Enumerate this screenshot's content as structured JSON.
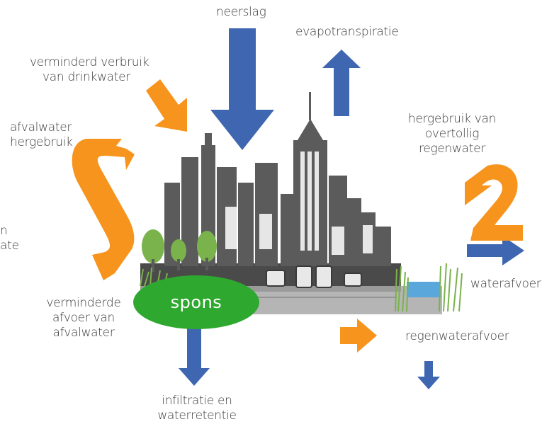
{
  "labels": {
    "neerslag": "neerslag",
    "evapotranspiratie": "evapotranspiratie",
    "verminderd_verbruik_1": "verminderd verbruik",
    "verminderd_verbruik_2": "van drinkwater",
    "afvalwater_1": "afvalwater",
    "afvalwater_2": "hergebruik",
    "left_cut_1": "n",
    "left_cut_2": "ate",
    "hergebruik_1": "hergebruik van",
    "hergebruik_2": "overtollig",
    "hergebruik_3": "regenwater",
    "waterafvoer": "waterafvoer",
    "verminderde_1": "verminderde",
    "verminderde_2": "afvoer van",
    "verminderde_3": "afvalwater",
    "spons": "spons",
    "regenwaterafvoer": "regenwaterafvoer",
    "infiltratie_1": "infiltratie en",
    "infiltratie_2": "waterretentie"
  },
  "colors": {
    "blue_arrow": "#3f66b1",
    "orange_arrow": "#f7941d",
    "buildings": "#5b5b5b",
    "trees": "#7ab24b",
    "spons": "#2fa82f",
    "water": "#5aa7dc"
  }
}
